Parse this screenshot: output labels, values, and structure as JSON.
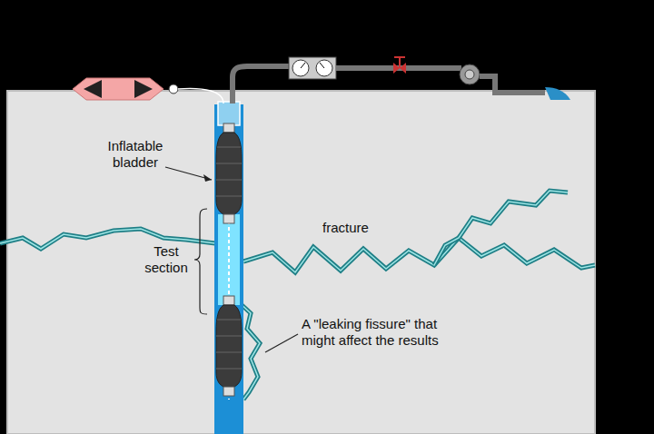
{
  "diagram": {
    "labels": [
      "Inflatable bladder",
      "Test section",
      "fracture",
      "A \"leaking fissure\" that might affect the results"
    ]
  }
}
